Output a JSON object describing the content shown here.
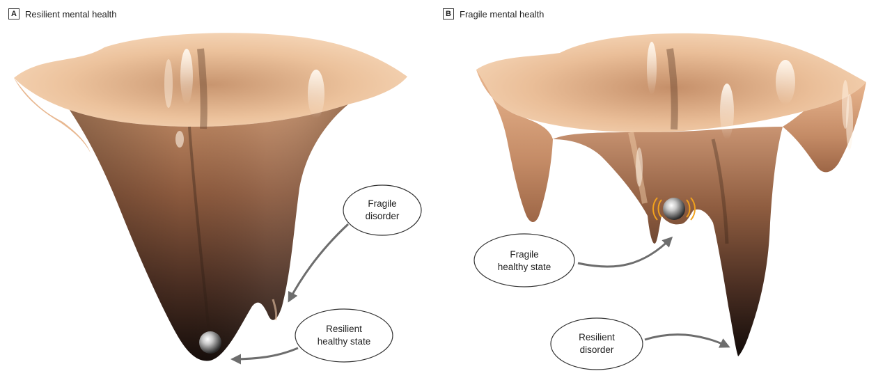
{
  "panel_a": {
    "letter": "A",
    "title": "Resilient mental health",
    "callouts": [
      {
        "lines": [
          "Fragile",
          "disorder"
        ]
      },
      {
        "lines": [
          "Resilient",
          "healthy state"
        ]
      }
    ]
  },
  "panel_b": {
    "letter": "B",
    "title": "Fragile mental health",
    "callouts": [
      {
        "lines": [
          "Fragile",
          "healthy state"
        ]
      },
      {
        "lines": [
          "Resilient",
          "disorder"
        ]
      }
    ]
  },
  "colors": {
    "surface_light": "#f2c9a4",
    "surface_dark": "#1e1410",
    "arrow": "#6d6d6d",
    "vibration": "#f2a21c"
  }
}
